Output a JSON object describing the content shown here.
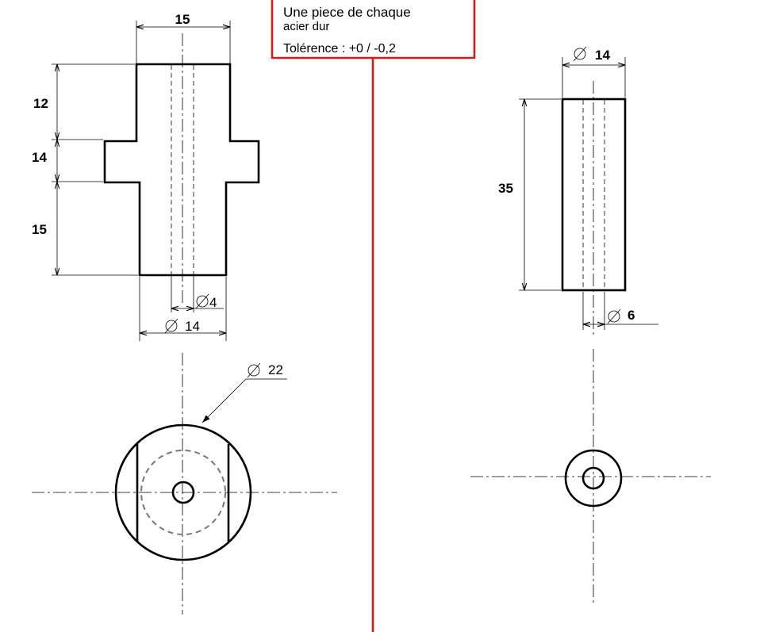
{
  "note": {
    "line1": "Une piece de chaque",
    "line2": "acier dur",
    "line3": "Tolérence : +0 / -0,2"
  },
  "part1": {
    "dim_top_width": "15",
    "dim_height_top": "12",
    "dim_height_flange": "14",
    "dim_height_bottom": "15",
    "dim_bore": "4",
    "dim_shank_dia": "14",
    "dim_flange_dia": "22"
  },
  "part2": {
    "dim_outer_dia": "14",
    "dim_length": "35",
    "dim_bore": "6"
  },
  "colors": {
    "note_border": "#d7191c",
    "line": "#000000"
  },
  "icons": {
    "diameter": "diameter-symbol-icon"
  }
}
